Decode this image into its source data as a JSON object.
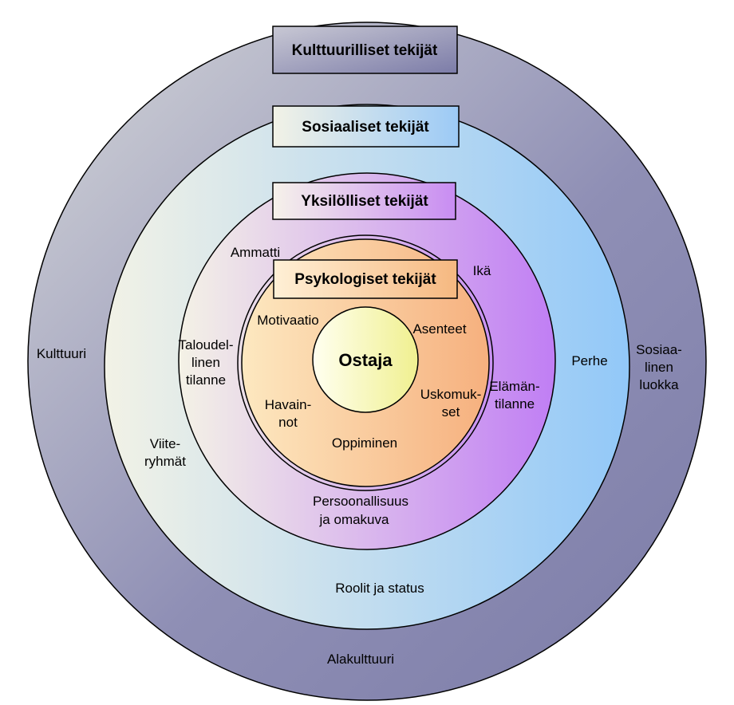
{
  "layers": {
    "cultural": {
      "title": "Kulttuurilliset tekijät",
      "items": [
        "Kulttuuri",
        "Alakulttuuri",
        "Sosiaa-",
        "linen",
        "luokka"
      ]
    },
    "social": {
      "title": "Sosiaaliset tekijät",
      "items": [
        "Viite-",
        "ryhmät",
        "Perhe",
        "Roolit ja status"
      ]
    },
    "personal": {
      "title": "Yksilölliset tekijät",
      "items": [
        "Ammatti",
        "Ikä",
        "Taloudel-",
        "linen",
        "tilanne",
        "Elämän-",
        "tilanne",
        "Persoonallisuus",
        "ja omakuva"
      ]
    },
    "psychological": {
      "title": "Psykologiset tekijät",
      "items": [
        "Motivaatio",
        "Asenteet",
        "Havain-",
        "not",
        "Uskomuk-",
        "set",
        "Oppiminen"
      ]
    }
  },
  "center": {
    "label": "Ostaja"
  },
  "colors": {
    "cultural_light": "#d4d6d8",
    "cultural_dark": "#7c7ca8",
    "social_light": "#f2f2e6",
    "social_dark": "#92c8f8",
    "personal_light": "#f4f2e6",
    "personal_dark": "#c07ef4",
    "psych_light": "#fde8c0",
    "psych_dark": "#f6b07e",
    "center_light": "#fffff0",
    "center_dark": "#f0f090"
  }
}
